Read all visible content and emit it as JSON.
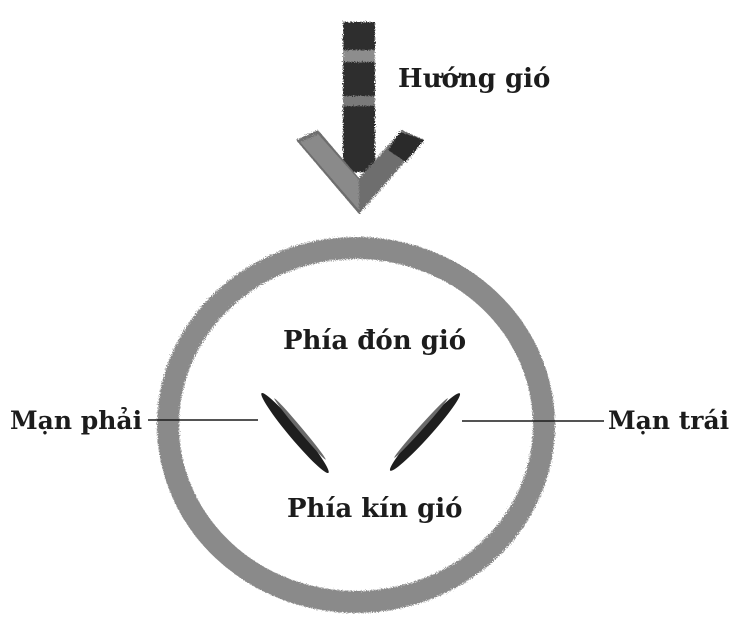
{
  "labels": {
    "wind_direction": "Hướng gió",
    "windward_side": "Phía đón gió",
    "leeward_side": "Phía kín gió",
    "right_side": "Mạn phải",
    "left_side": "Mạn trái"
  },
  "colors": {
    "ring": "#8a8a8a",
    "arrow_dark": "#2e2e2e",
    "arrow_mid": "#6a6a6a",
    "blade": "#1e1e1e",
    "text": "#1c1c1c"
  }
}
